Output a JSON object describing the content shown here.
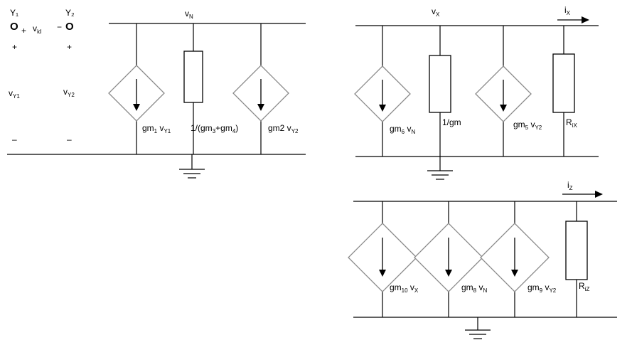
{
  "port_labels": {
    "y1": "Y₁",
    "y2": "Y₂",
    "terminal": "O",
    "plus": "+",
    "vid": "v",
    "vid_sub": "id",
    "minus": "−",
    "vy1": "v",
    "vy1_sub": "Y1",
    "vy2": "v",
    "vy2_sub": "Y2",
    "dash": "–"
  },
  "node_labels": {
    "vn": "v",
    "vn_sub": "N",
    "vx": "v",
    "vx_sub": "X",
    "ix": "i",
    "ix_sub": "X",
    "iz": "i",
    "iz_sub": "Z"
  },
  "element_labels": {
    "gm1": {
      "a": "gm",
      "a_sub": "1",
      "b": " v",
      "b_sub": "Y1"
    },
    "r34": {
      "a": "1/(gm",
      "a_sub": "3",
      "b": "+gm",
      "b_sub": "4",
      "c": ")"
    },
    "gm2": {
      "a": "gm2 v",
      "a_sub": "Y2"
    },
    "gm6": {
      "a": "gm",
      "a_sub": "6",
      "b": " v",
      "b_sub": "N"
    },
    "r1gm": {
      "a": "1/gm"
    },
    "gm5": {
      "a": "gm",
      "a_sub": "5",
      "b": " v",
      "b_sub": "Y2"
    },
    "rix": {
      "a": "R",
      "a_sub": "iX"
    },
    "gm10": {
      "a": "gm",
      "a_sub": "10",
      "b": " v",
      "b_sub": "X"
    },
    "gm8": {
      "a": "gm",
      "a_sub": "8",
      "b": " v",
      "b_sub": "N"
    },
    "gm9": {
      "a": "gm",
      "a_sub": "9",
      "b": " v",
      "b_sub": "Y2"
    },
    "riz": {
      "a": "R",
      "a_sub": "iZ"
    }
  }
}
